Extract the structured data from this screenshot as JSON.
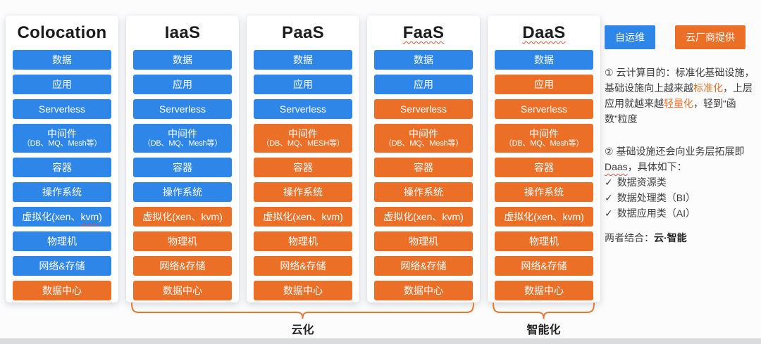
{
  "colors": {
    "self": "#2E86E8",
    "vendor": "#EC6F28",
    "brace": "#E8782F",
    "squiggle": "#E0503F"
  },
  "legend": {
    "items": [
      {
        "label": "自运维",
        "type": "self"
      },
      {
        "label": "云厂商提供",
        "type": "vendor"
      }
    ]
  },
  "columns": [
    {
      "title": "Colocation",
      "title_wavy": false,
      "layers": [
        {
          "text": "数据",
          "provider": "self"
        },
        {
          "text": "应用",
          "provider": "self"
        },
        {
          "text": "Serverless",
          "provider": "self"
        },
        {
          "text": "中间件",
          "sub": "（DB、MQ、Mesh等）",
          "provider": "self"
        },
        {
          "text": "容器",
          "provider": "self"
        },
        {
          "text": "操作系统",
          "provider": "self"
        },
        {
          "parts": [
            {
              "t": "虚拟化(xen、"
            },
            {
              "t": "kvm",
              "wavy": true
            },
            {
              "t": ")"
            }
          ],
          "provider": "self"
        },
        {
          "text": "物理机",
          "provider": "self"
        },
        {
          "text": "网络&存储",
          "provider": "self"
        },
        {
          "text": "数据中心",
          "provider": "vendor"
        }
      ]
    },
    {
      "title": "IaaS",
      "title_wavy": false,
      "layers": [
        {
          "text": "数据",
          "provider": "self"
        },
        {
          "text": "应用",
          "provider": "self"
        },
        {
          "text": "Serverless",
          "provider": "self"
        },
        {
          "text": "中间件",
          "sub": "（DB、MQ、Mesh等）",
          "provider": "self"
        },
        {
          "text": "容器",
          "provider": "self"
        },
        {
          "text": "操作系统",
          "provider": "self"
        },
        {
          "parts": [
            {
              "t": "虚拟化(xen、"
            },
            {
              "t": "kvm",
              "wavy": true
            },
            {
              "t": ")"
            }
          ],
          "provider": "vendor"
        },
        {
          "text": "物理机",
          "provider": "vendor"
        },
        {
          "text": "网络&存储",
          "provider": "vendor"
        },
        {
          "text": "数据中心",
          "provider": "vendor"
        }
      ]
    },
    {
      "title": "PaaS",
      "title_wavy": false,
      "layers": [
        {
          "text": "数据",
          "provider": "self"
        },
        {
          "text": "应用",
          "provider": "self"
        },
        {
          "text": "Serverless",
          "provider": "self"
        },
        {
          "text": "中间件",
          "sub": "（DB、MQ、MESH等）",
          "provider": "vendor"
        },
        {
          "text": "容器",
          "provider": "vendor"
        },
        {
          "text": "操作系统",
          "provider": "vendor"
        },
        {
          "parts": [
            {
              "t": "虚拟化(xen、"
            },
            {
              "t": "kvm",
              "wavy": true
            },
            {
              "t": ")"
            }
          ],
          "provider": "vendor"
        },
        {
          "text": "物理机",
          "provider": "vendor"
        },
        {
          "text": "网络&存储",
          "provider": "vendor"
        },
        {
          "text": "数据中心",
          "provider": "vendor"
        }
      ]
    },
    {
      "title": "FaaS",
      "title_wavy": true,
      "layers": [
        {
          "text": "数据",
          "provider": "self"
        },
        {
          "text": "应用",
          "provider": "self"
        },
        {
          "text": "Serverless",
          "provider": "vendor"
        },
        {
          "text": "中间件",
          "sub": "（DB、MQ、Mesh等）",
          "provider": "vendor"
        },
        {
          "text": "容器",
          "provider": "vendor"
        },
        {
          "text": "操作系统",
          "provider": "vendor"
        },
        {
          "parts": [
            {
              "t": "虚拟化(xen、"
            },
            {
              "t": "kvm",
              "wavy": true
            },
            {
              "t": ")"
            }
          ],
          "provider": "vendor"
        },
        {
          "text": "物理机",
          "provider": "vendor"
        },
        {
          "text": "网络&存储",
          "provider": "vendor"
        },
        {
          "text": "数据中心",
          "provider": "vendor"
        }
      ]
    },
    {
      "title": "DaaS",
      "title_wavy": true,
      "layers": [
        {
          "text": "数据",
          "provider": "self"
        },
        {
          "text": "应用",
          "provider": "vendor"
        },
        {
          "text": "Serverless",
          "provider": "vendor"
        },
        {
          "text": "中间件",
          "sub": "（DB、MQ、Mesh等）",
          "provider": "vendor"
        },
        {
          "text": "容器",
          "provider": "vendor"
        },
        {
          "text": "操作系统",
          "provider": "vendor"
        },
        {
          "parts": [
            {
              "t": "虚拟化(xen、"
            },
            {
              "t": "kvm",
              "wavy": true
            },
            {
              "t": ")"
            }
          ],
          "provider": "vendor"
        },
        {
          "text": "物理机",
          "provider": "vendor"
        },
        {
          "text": "网络&存储",
          "provider": "vendor"
        },
        {
          "text": "数据中心",
          "provider": "vendor"
        }
      ]
    }
  ],
  "notes": [
    {
      "segments": [
        {
          "t": "① 云计算目的：标准化基础设施，基础设施向上越来越"
        },
        {
          "t": "标准化",
          "hl": true
        },
        {
          "t": "，上层应用就越来越"
        },
        {
          "t": "轻量化",
          "hl": true
        },
        {
          "t": "，轻到“函数”粒度"
        }
      ]
    },
    {
      "segments": [
        {
          "t": "② 基础设施还会向业务层拓展即"
        },
        {
          "t": "Daas",
          "wavy": true
        },
        {
          "t": "，具体如下："
        }
      ],
      "bullets": [
        {
          "check": "✓",
          "text": "数据资源类"
        },
        {
          "check": "✓",
          "text": "数据处理类（BI）"
        },
        {
          "check": "✓",
          "text": "数据应用类（AI）"
        }
      ]
    }
  ],
  "footer": {
    "prefix": "两者结合：",
    "bold": "云·智能"
  },
  "braces": [
    {
      "label": "云化",
      "from_col": 1,
      "to_col": 3
    },
    {
      "label": "智能化",
      "from_col": 4,
      "to_col": 4
    }
  ]
}
